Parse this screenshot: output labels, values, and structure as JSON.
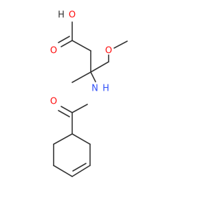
{
  "molecule": {
    "atoms": {
      "hydroxyl_o": "O",
      "hydroxyl_h": "H",
      "carbonyl_o_acid": "O",
      "ether_o": "O",
      "amide_n": "N",
      "amide_h": "H",
      "carbonyl_o_amide": "O"
    },
    "colors": {
      "bond": "#333333",
      "oxygen": "#ff0d0d",
      "nitrogen": "#3050f8"
    }
  }
}
